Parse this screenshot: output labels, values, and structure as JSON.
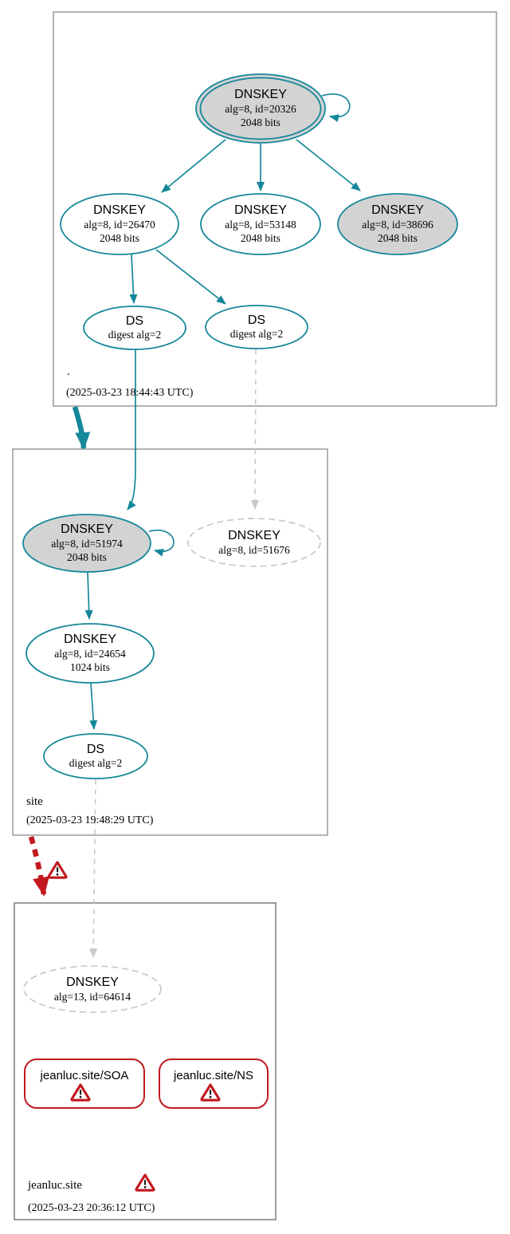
{
  "colors": {
    "secure_teal": "#15879a",
    "bogus_red": "#c1191f",
    "missing_gray": "#c9c9c9",
    "ksk_fill_gray": "#d3d3d3",
    "zone_border_gray": "#808080"
  },
  "zones": [
    {
      "label": ".",
      "timestamp": "(2025-03-23 18:44:43 UTC)",
      "nodes": {
        "ksk": {
          "title": "DNSKEY",
          "detail": "alg=8, id=20326",
          "bits": "2048 bits"
        },
        "key26470": {
          "title": "DNSKEY",
          "detail": "alg=8, id=26470",
          "bits": "2048 bits"
        },
        "key53148": {
          "title": "DNSKEY",
          "detail": "alg=8, id=53148",
          "bits": "2048 bits"
        },
        "key38696": {
          "title": "DNSKEY",
          "detail": "alg=8, id=38696",
          "bits": "2048 bits"
        },
        "ds1": {
          "title": "DS",
          "detail": "digest alg=2"
        },
        "ds2": {
          "title": "DS",
          "detail": "digest alg=2"
        }
      }
    },
    {
      "label": "site",
      "timestamp": "(2025-03-23 19:48:29 UTC)",
      "nodes": {
        "ksk": {
          "title": "DNSKEY",
          "detail": "alg=8, id=51974",
          "bits": "2048 bits"
        },
        "missing": {
          "title": "DNSKEY",
          "detail": "alg=8, id=51676"
        },
        "zsk": {
          "title": "DNSKEY",
          "detail": "alg=8, id=24654",
          "bits": "1024 bits"
        },
        "ds": {
          "title": "DS",
          "detail": "digest alg=2"
        }
      }
    },
    {
      "label": "jeanluc.site",
      "timestamp": "(2025-03-23 20:36:12 UTC)",
      "nodes": {
        "missing": {
          "title": "DNSKEY",
          "detail": "alg=13, id=64614"
        },
        "soa": {
          "label": "jeanluc.site/SOA"
        },
        "ns": {
          "label": "jeanluc.site/NS"
        }
      }
    }
  ]
}
